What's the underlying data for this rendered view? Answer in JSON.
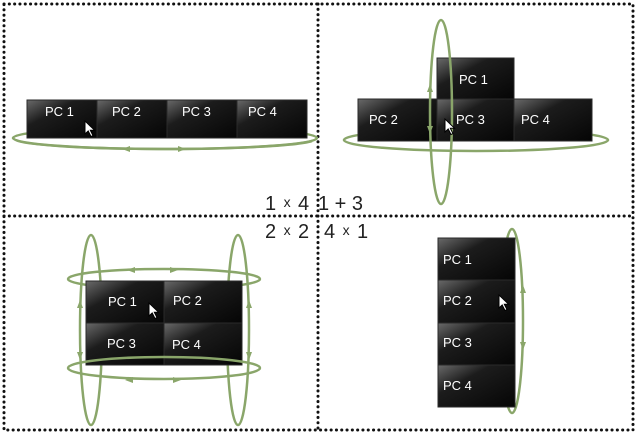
{
  "colors": {
    "grid_border": "#111111",
    "ring": "#8aa66a",
    "screen_dark": "#0d0d0d",
    "screen_light": "#5b5b5b",
    "screen_text": "#ffffff",
    "label_text": "#222222"
  },
  "layout_labels": {
    "one_by_four": {
      "a": "1",
      "x": "x",
      "b": "4"
    },
    "one_plus_three": {
      "text": "1 + 3"
    },
    "two_by_two": {
      "a": "2",
      "x": "x",
      "b": "2"
    },
    "four_by_one": {
      "a": "4",
      "x": "x",
      "b": "1"
    }
  },
  "panels": {
    "top_left": {
      "screens": [
        "PC 1",
        "PC 2",
        "PC 3",
        "PC 4"
      ]
    },
    "top_right": {
      "screens": [
        "PC 1",
        "PC 2",
        "PC 3",
        "PC 4"
      ]
    },
    "bottom_left": {
      "screens": [
        "PC 1",
        "PC 2",
        "PC 3",
        "PC 4"
      ]
    },
    "bottom_right": {
      "screens": [
        "PC 1",
        "PC 2",
        "PC 3",
        "PC 4"
      ]
    }
  },
  "icons": {
    "cursor": "mouse-cursor-icon",
    "ring": "loop-arrow-icon"
  }
}
